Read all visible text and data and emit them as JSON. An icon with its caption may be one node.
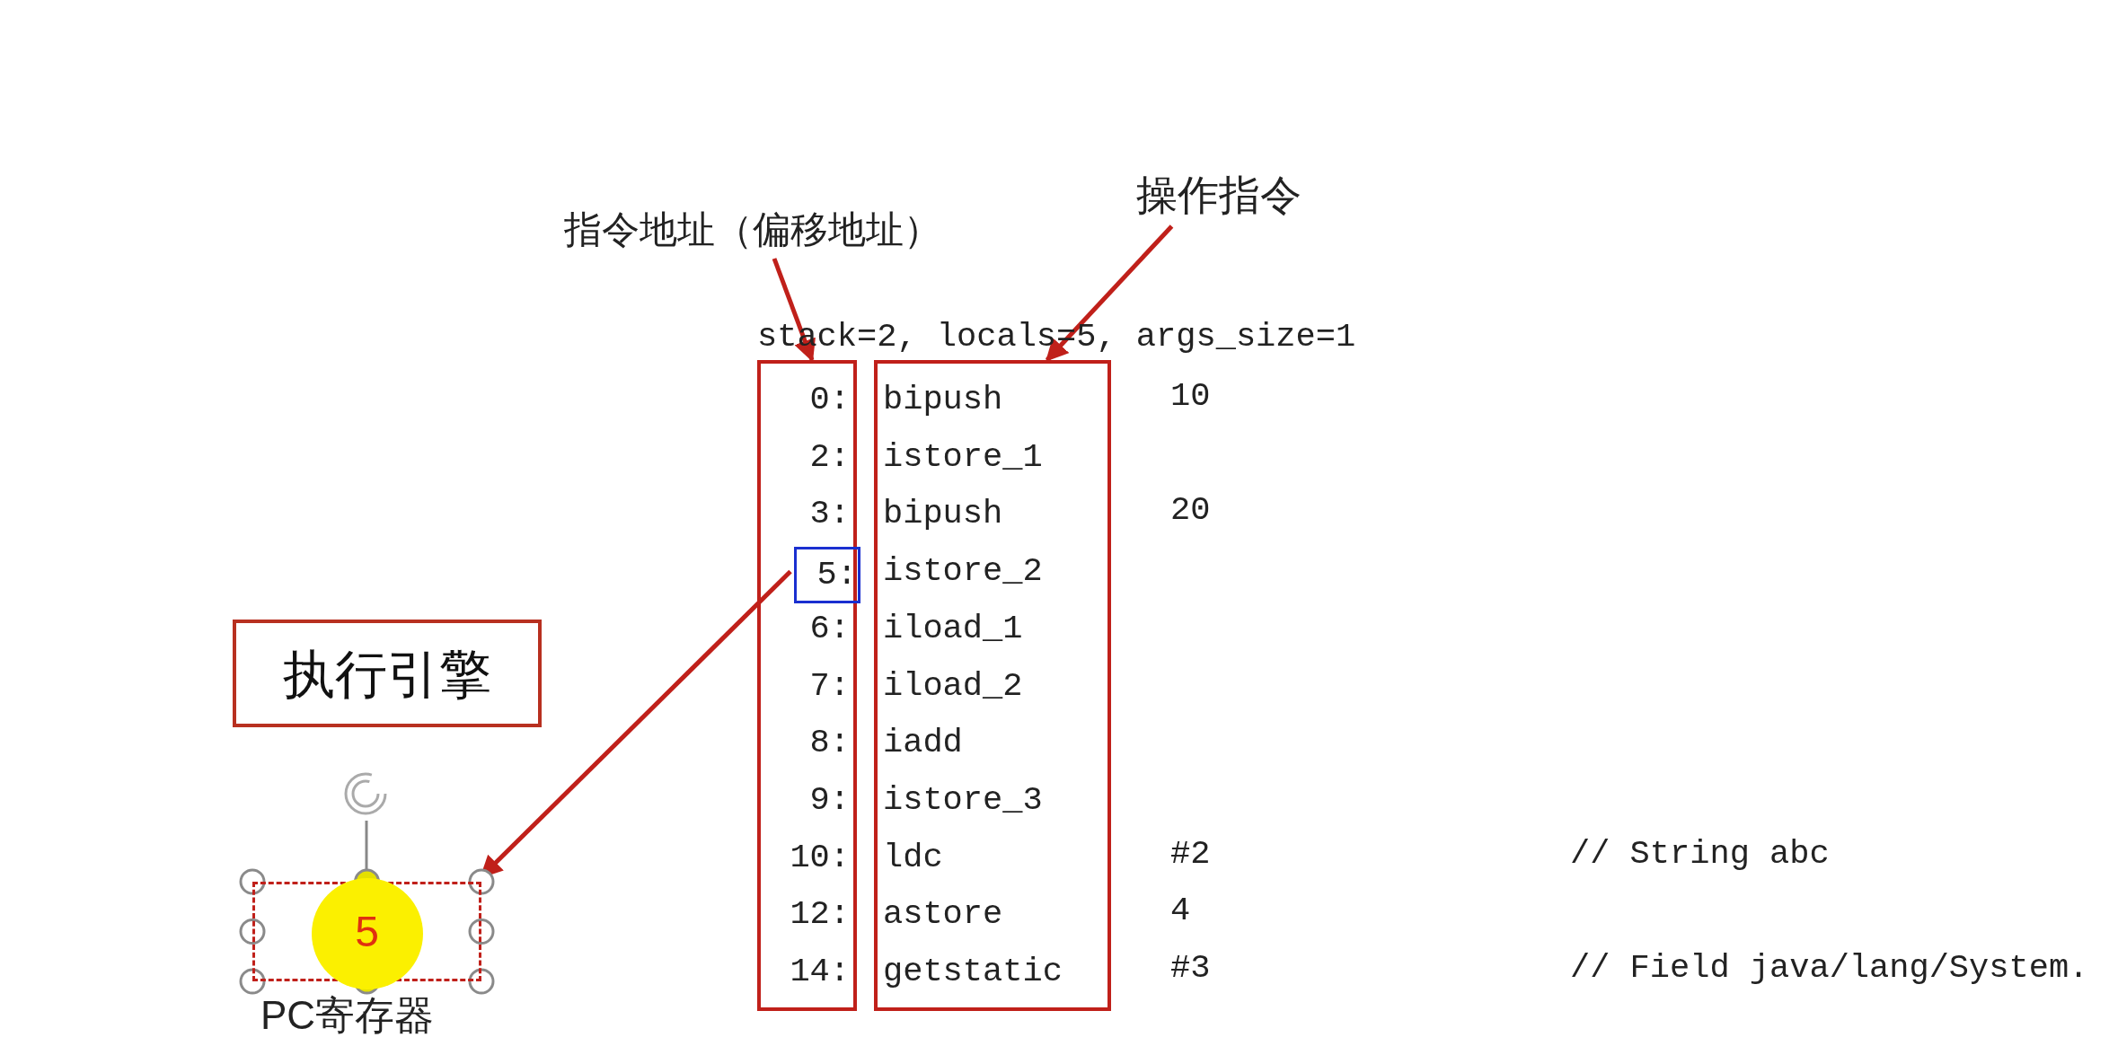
{
  "diagram": {
    "nodes": [
      {
        "text": [
          "指令地址（偏移地址）"
        ]
      },
      {
        "text": [
          "操作指令"
        ]
      },
      {
        "text": [
          "0:",
          "2:",
          "3:",
          "6:",
          "7:",
          "8:",
          "9:",
          "10:",
          "12:",
          "14:"
        ]
      },
      {
        "text": [
          "bipush",
          "istore_1",
          "bipush",
          "istore_2",
          "iload_1",
          "iload_2",
          "iadd",
          "istore_3",
          "ldc",
          "astore",
          "getstatic"
        ]
      },
      {
        "text": [
          "5:"
        ],
        "in": 2
      },
      {
        "text": [
          "执行引擎"
        ]
      },
      {
        "text": [
          "5"
        ],
        "beside": [
          "PC寄存器"
        ]
      }
    ],
    "edges": [
      {
        "from": 0,
        "to": 2,
        "arrow": "to"
      },
      {
        "from": 1,
        "to": 3,
        "arrow": "to"
      },
      {
        "from": 4,
        "to": 6,
        "arrow": "to"
      }
    ],
    "labels": [
      "stack=2, locals=5, args_size=1",
      "10",
      "20",
      "#2",
      "// String abc",
      "4",
      "#3",
      "// Field java/lang/System."
    ]
  }
}
